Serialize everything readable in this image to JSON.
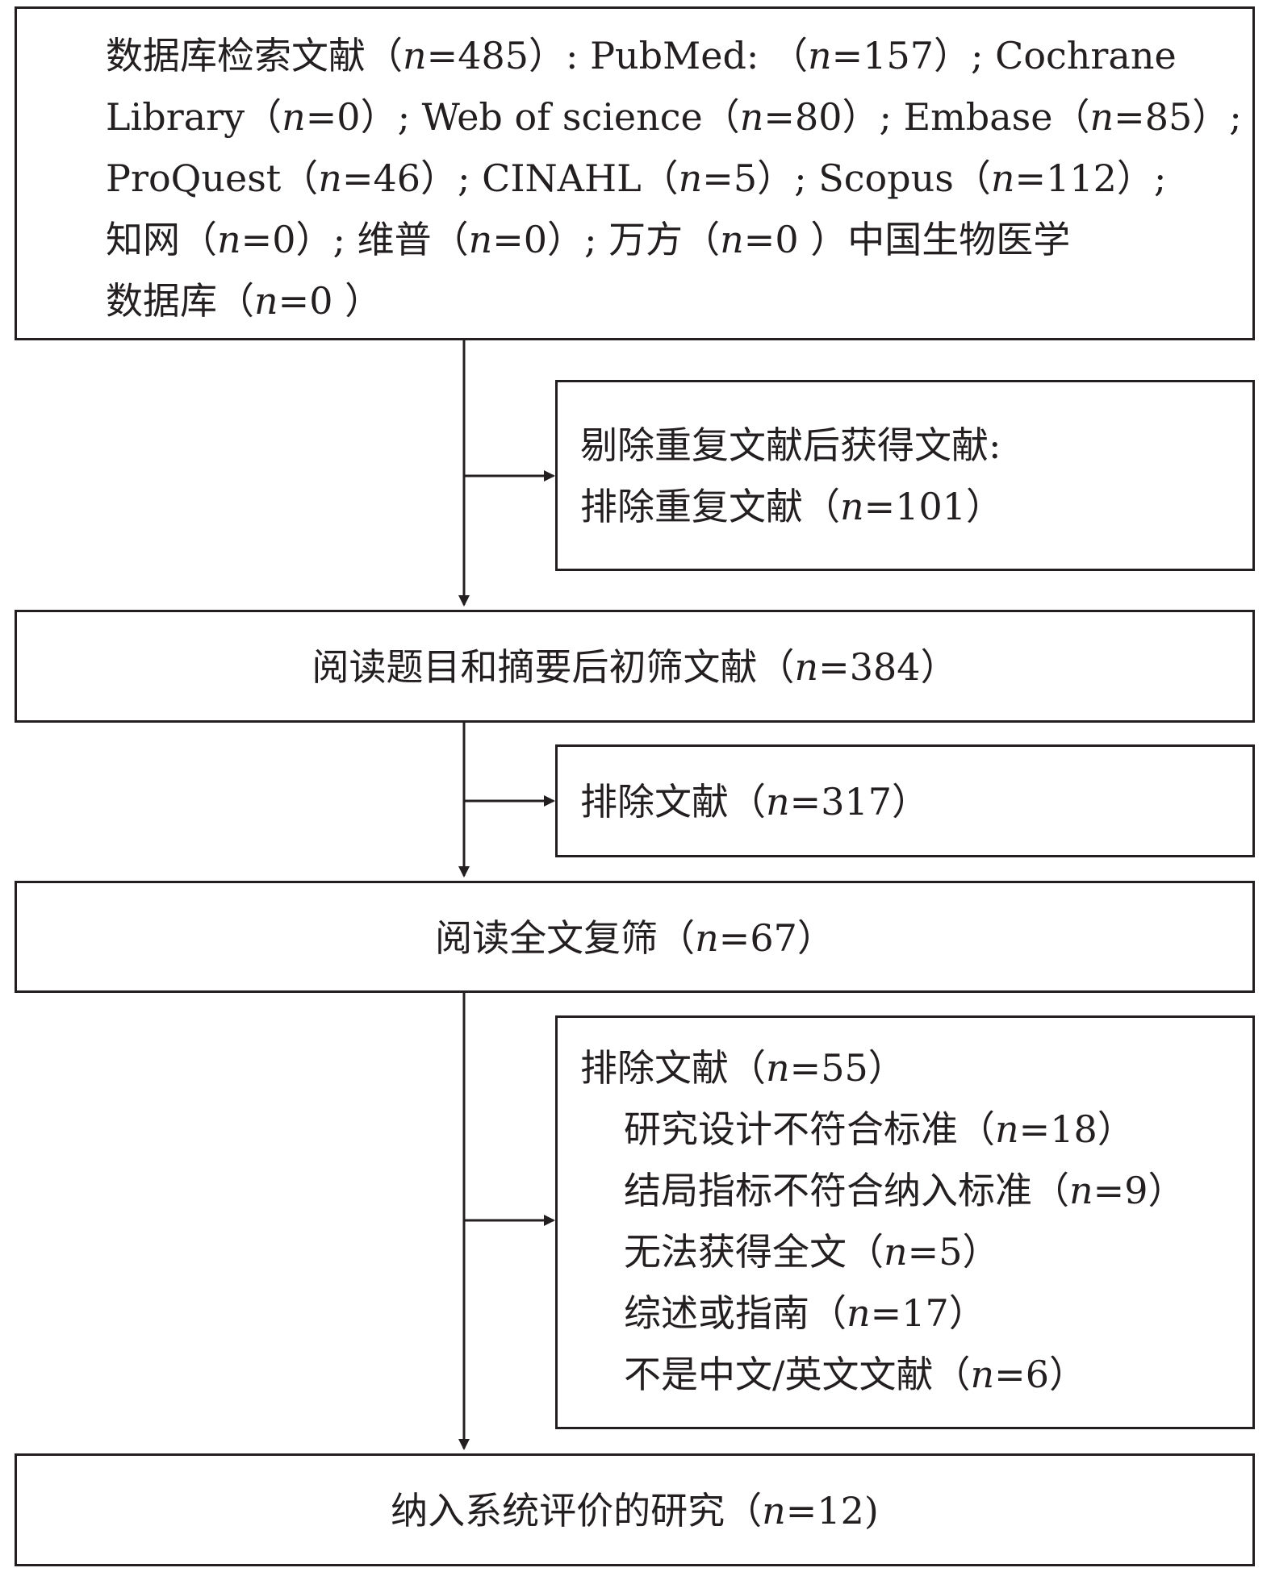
{
  "boxes": {
    "search": {
      "lines": [
        "数据库检索文献（n=485）: PubMed: （n=157）; Cochrane",
        "Library（n=0）; Web of science（n=80）; Embase（n=85）;",
        "ProQuest（n=46）; CINAHL（n=5）; Scopus（n=112）;",
        "知网（n=0）; 维普（n=0）; 万方（n=0 ）中国生物医学",
        "数据库（n=0 ）"
      ]
    },
    "dedup": {
      "lines": [
        "剔除重复文献后获得文献:",
        "排除重复文献（n=101）"
      ]
    },
    "screen": {
      "text": "阅读题目和摘要后初筛文献（n=384）"
    },
    "exclude1": {
      "text": "排除文献（n=317）"
    },
    "fulltext": {
      "text": "阅读全文复筛（n=67）"
    },
    "exclude2": {
      "title": "排除文献（n=55）",
      "reasons": [
        "研究设计不符合标准（n=18）",
        "结局指标不符合纳入标准（n=9）",
        "无法获得全文（n=5）",
        "综述或指南（n=17）",
        "不是中文/英文文献（n=6）"
      ]
    },
    "included": {
      "text": "纳入系统评价的研究（n=12)"
    }
  }
}
